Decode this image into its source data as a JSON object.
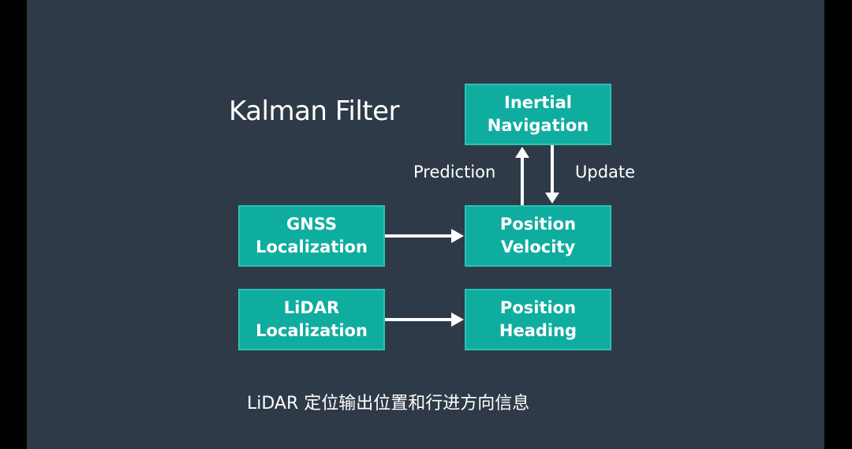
{
  "slide": {
    "title": "Kalman Filter",
    "caption": "LiDAR 定位输出位置和行进方向信息"
  },
  "nodes": {
    "inertial": {
      "line1": "Inertial",
      "line2": "Navigation"
    },
    "gnss": {
      "line1": "GNSS",
      "line2": "Localization"
    },
    "pos_vel": {
      "line1": "Position",
      "line2": "Velocity"
    },
    "lidar": {
      "line1": "LiDAR",
      "line2": "Localization"
    },
    "pos_head": {
      "line1": "Position",
      "line2": "Heading"
    }
  },
  "edges": {
    "prediction": "Prediction",
    "update": "Update"
  },
  "colors": {
    "background": "#2f3a48",
    "node_fill": "#0fada0",
    "node_border": "#2ac3b3",
    "text": "#ffffff"
  }
}
